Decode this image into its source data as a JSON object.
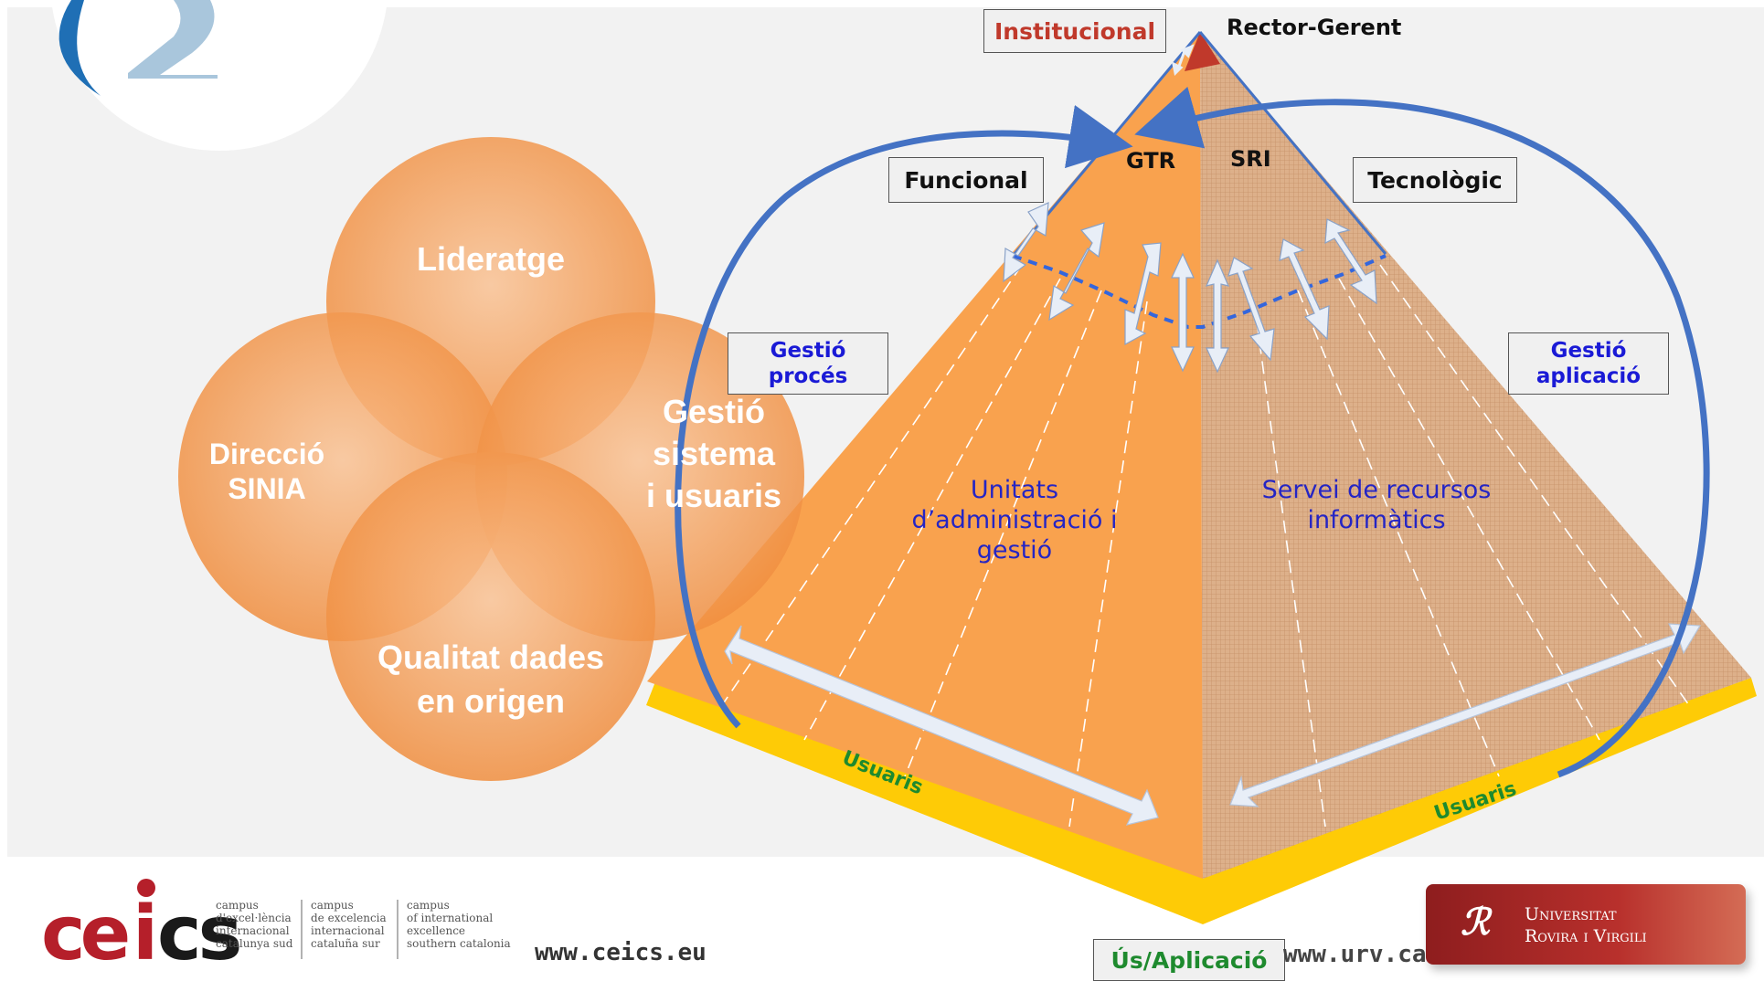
{
  "pyramid": {
    "top_left_label": "Institucional",
    "top_right_label": "Rector-Gerent",
    "apex_left": "GTR",
    "apex_right": "SRI",
    "left_tag": "Funcional",
    "right_tag": "Tecnològic",
    "left_process_tag": "Gestió procés",
    "right_application_tag": "Gestió aplicació",
    "left_face_text": "Unitats d’administració i gestió",
    "right_face_text": "Servei de recursos informàtics",
    "base_left_label": "Usuaris",
    "base_right_label": "Usuaris",
    "bottom_tag": "Ús/Aplicació"
  },
  "venn": {
    "top": "Lideratge",
    "left": "Direcció SINIA",
    "right": "Gestió sistema i usuaris",
    "bottom": "Qualitat dades en origen"
  },
  "footer": {
    "ceics_logo_text": "ceics",
    "ceics_taglines": [
      [
        "campus",
        "d'excel·lència",
        "internacional",
        "catalunya sud"
      ],
      [
        "campus",
        "de excelencia",
        "internacional",
        "cataluña sur"
      ],
      [
        "campus",
        "of international",
        "excellence",
        "southern catalonia"
      ]
    ],
    "ceics_url": "www.ceics.eu",
    "urv_url": "www.urv.cat",
    "urv_logo_line1": "Universitat",
    "urv_logo_line2": "Rovira i Virgili"
  },
  "colors": {
    "pyramid_orange": "#f9a24e",
    "base_yellow": "#fecb06",
    "circle_orange": "#f4a262",
    "cycle_arrow_blue": "#4472c4",
    "apex_red": "#c0392b"
  }
}
